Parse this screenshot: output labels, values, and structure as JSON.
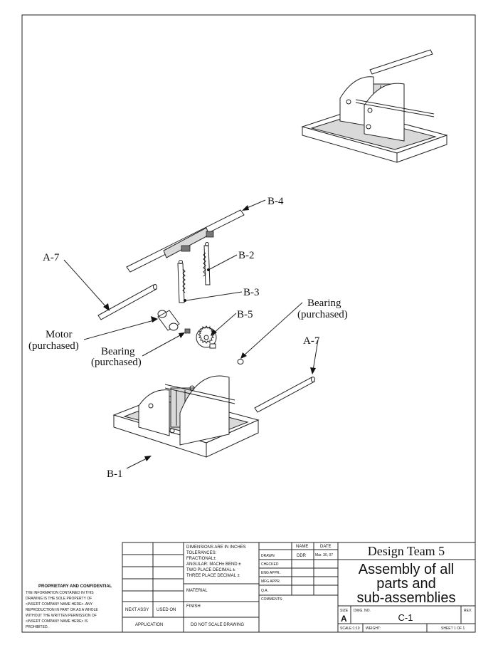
{
  "callouts": {
    "b4": "B-4",
    "a7_left": "A-7",
    "b2": "B-2",
    "b3": "B-3",
    "b5": "B-5",
    "motor_1": "Motor",
    "motor_2": "(purchased)",
    "bearing_left_1": "Bearing",
    "bearing_left_2": "(purchased)",
    "bearing_right_1": "Bearing",
    "bearing_right_2": "(purchased)",
    "a7_right": "A-7",
    "b1": "B-1"
  },
  "title_block": {
    "dimensions": "DIMENSIONS ARE IN INCHES",
    "tolerances": "TOLERANCES:",
    "fractional": "FRACTIONAL±",
    "angular": "ANGULAR: MACH±    BEND ±",
    "two_place": "TWO PLACE DECIMAL   ±",
    "three_place": "THREE PLACE DECIMAL  ±",
    "material": "MATERIAL",
    "finish": "FINISH",
    "do_not_scale": "DO NOT SCALE DRAWING",
    "next_assy": "NEXT ASSY",
    "used_on": "USED ON",
    "application": "APPLICATION",
    "name_header": "NAME",
    "date_header": "DATE",
    "drawn": "DRAWN",
    "drawn_name": "DDR",
    "drawn_date": "Mar. 30, 07",
    "checked": "CHECKED",
    "eng_appr": "ENG APPR.",
    "mfg_appr": "MFG APPR.",
    "qa": "Q.A.",
    "comments": "COMMENTS:",
    "company": "Design Team 5",
    "title_lines": [
      "Assembly of all",
      "parts and",
      "sub-assemblies"
    ],
    "size_label": "SIZE",
    "size_value": "A",
    "dwg_no_label": "DWG.  NO.",
    "dwg_no": "C-1",
    "rev_label": "REV.",
    "scale": "SCALE:1:10",
    "weight": "WEIGHT:",
    "sheet": "SHEET 1 OF 1"
  },
  "proprietary": {
    "heading": "PROPRIETARY AND CONFIDENTIAL",
    "lines": [
      "THE INFORMATION CONTAINED IN THIS",
      "DRAWING IS THE SOLE PROPERTY OF",
      "<INSERT COMPANY NAME HERE>.  ANY",
      "REPRODUCTION IN PART OR AS A WHOLE",
      "WITHOUT THE WRITTEN PERMISSION OF",
      "<INSERT COMPANY NAME HERE> IS",
      "PROHIBITED."
    ]
  }
}
